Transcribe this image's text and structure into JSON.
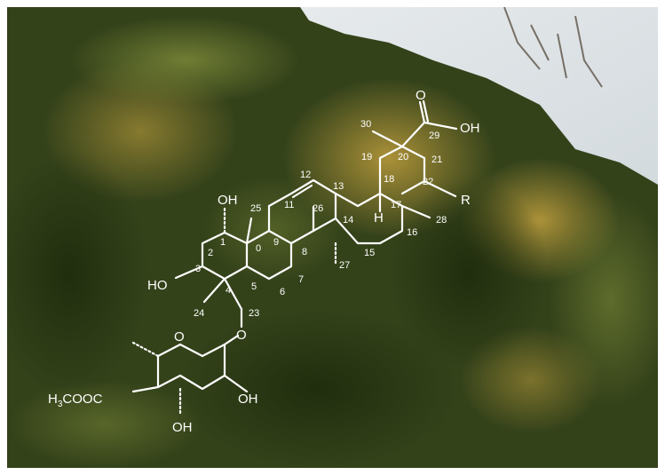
{
  "labels": {
    "c1": "1",
    "c2": "2",
    "c3": "3",
    "c4": "4",
    "c5": "5",
    "c6": "6",
    "c7": "7",
    "c8": "8",
    "c9": "9",
    "c10": "0",
    "c11": "11",
    "c12": "12",
    "c13": "13",
    "c14": "14",
    "c15": "15",
    "c16": "16",
    "c17": "17",
    "c18": "18",
    "c19": "19",
    "c20": "20",
    "c21": "21",
    "c22": "22",
    "c23": "23",
    "c24": "24",
    "c25": "25",
    "c26": "26",
    "c27": "27",
    "c28": "28",
    "c29": "29",
    "c30": "30"
  },
  "groups": {
    "oh_c1": "OH",
    "oh_c3": "HO",
    "o_ether": "O",
    "o_ring": "O",
    "carbonyl_o": "O",
    "acid_oh": "OH",
    "r_group": "R",
    "h18": "H",
    "ester_h": "H",
    "ester_sub": "3",
    "ester_rest": "COOC",
    "oh_sugar_right": "OH",
    "oh_sugar_bottom": "OH"
  },
  "colors": {
    "sky": "#dfe5e8",
    "foliage_dark": "#2c3a14",
    "foliage_mid": "#4e5e22",
    "foliage_yellow": "#a88f32",
    "structure": "#ffffff"
  }
}
